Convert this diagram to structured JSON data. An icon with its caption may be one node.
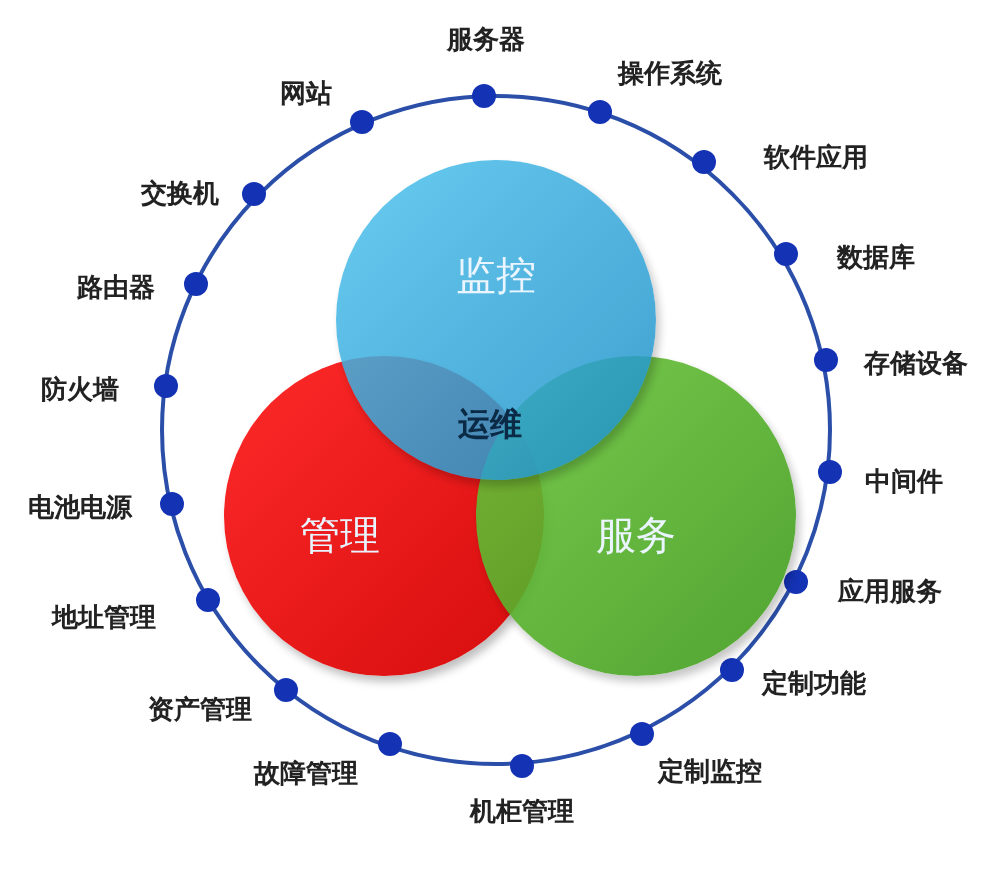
{
  "diagram": {
    "nodes": [
      {
        "text": [
          "监控"
        ]
      },
      {
        "text": [
          "管理"
        ]
      },
      {
        "text": [
          "服务"
        ]
      }
    ],
    "labels": [
      "运维",
      "服务器",
      "操作系统",
      "软件应用",
      "数据库",
      "存储设备",
      "中间件",
      "应用服务",
      "定制功能",
      "定制监控",
      "机柜管理",
      "故障管理",
      "资产管理",
      "地址管理",
      "电池电源",
      "防火墙",
      "路由器",
      "交换机",
      "网站"
    ]
  }
}
